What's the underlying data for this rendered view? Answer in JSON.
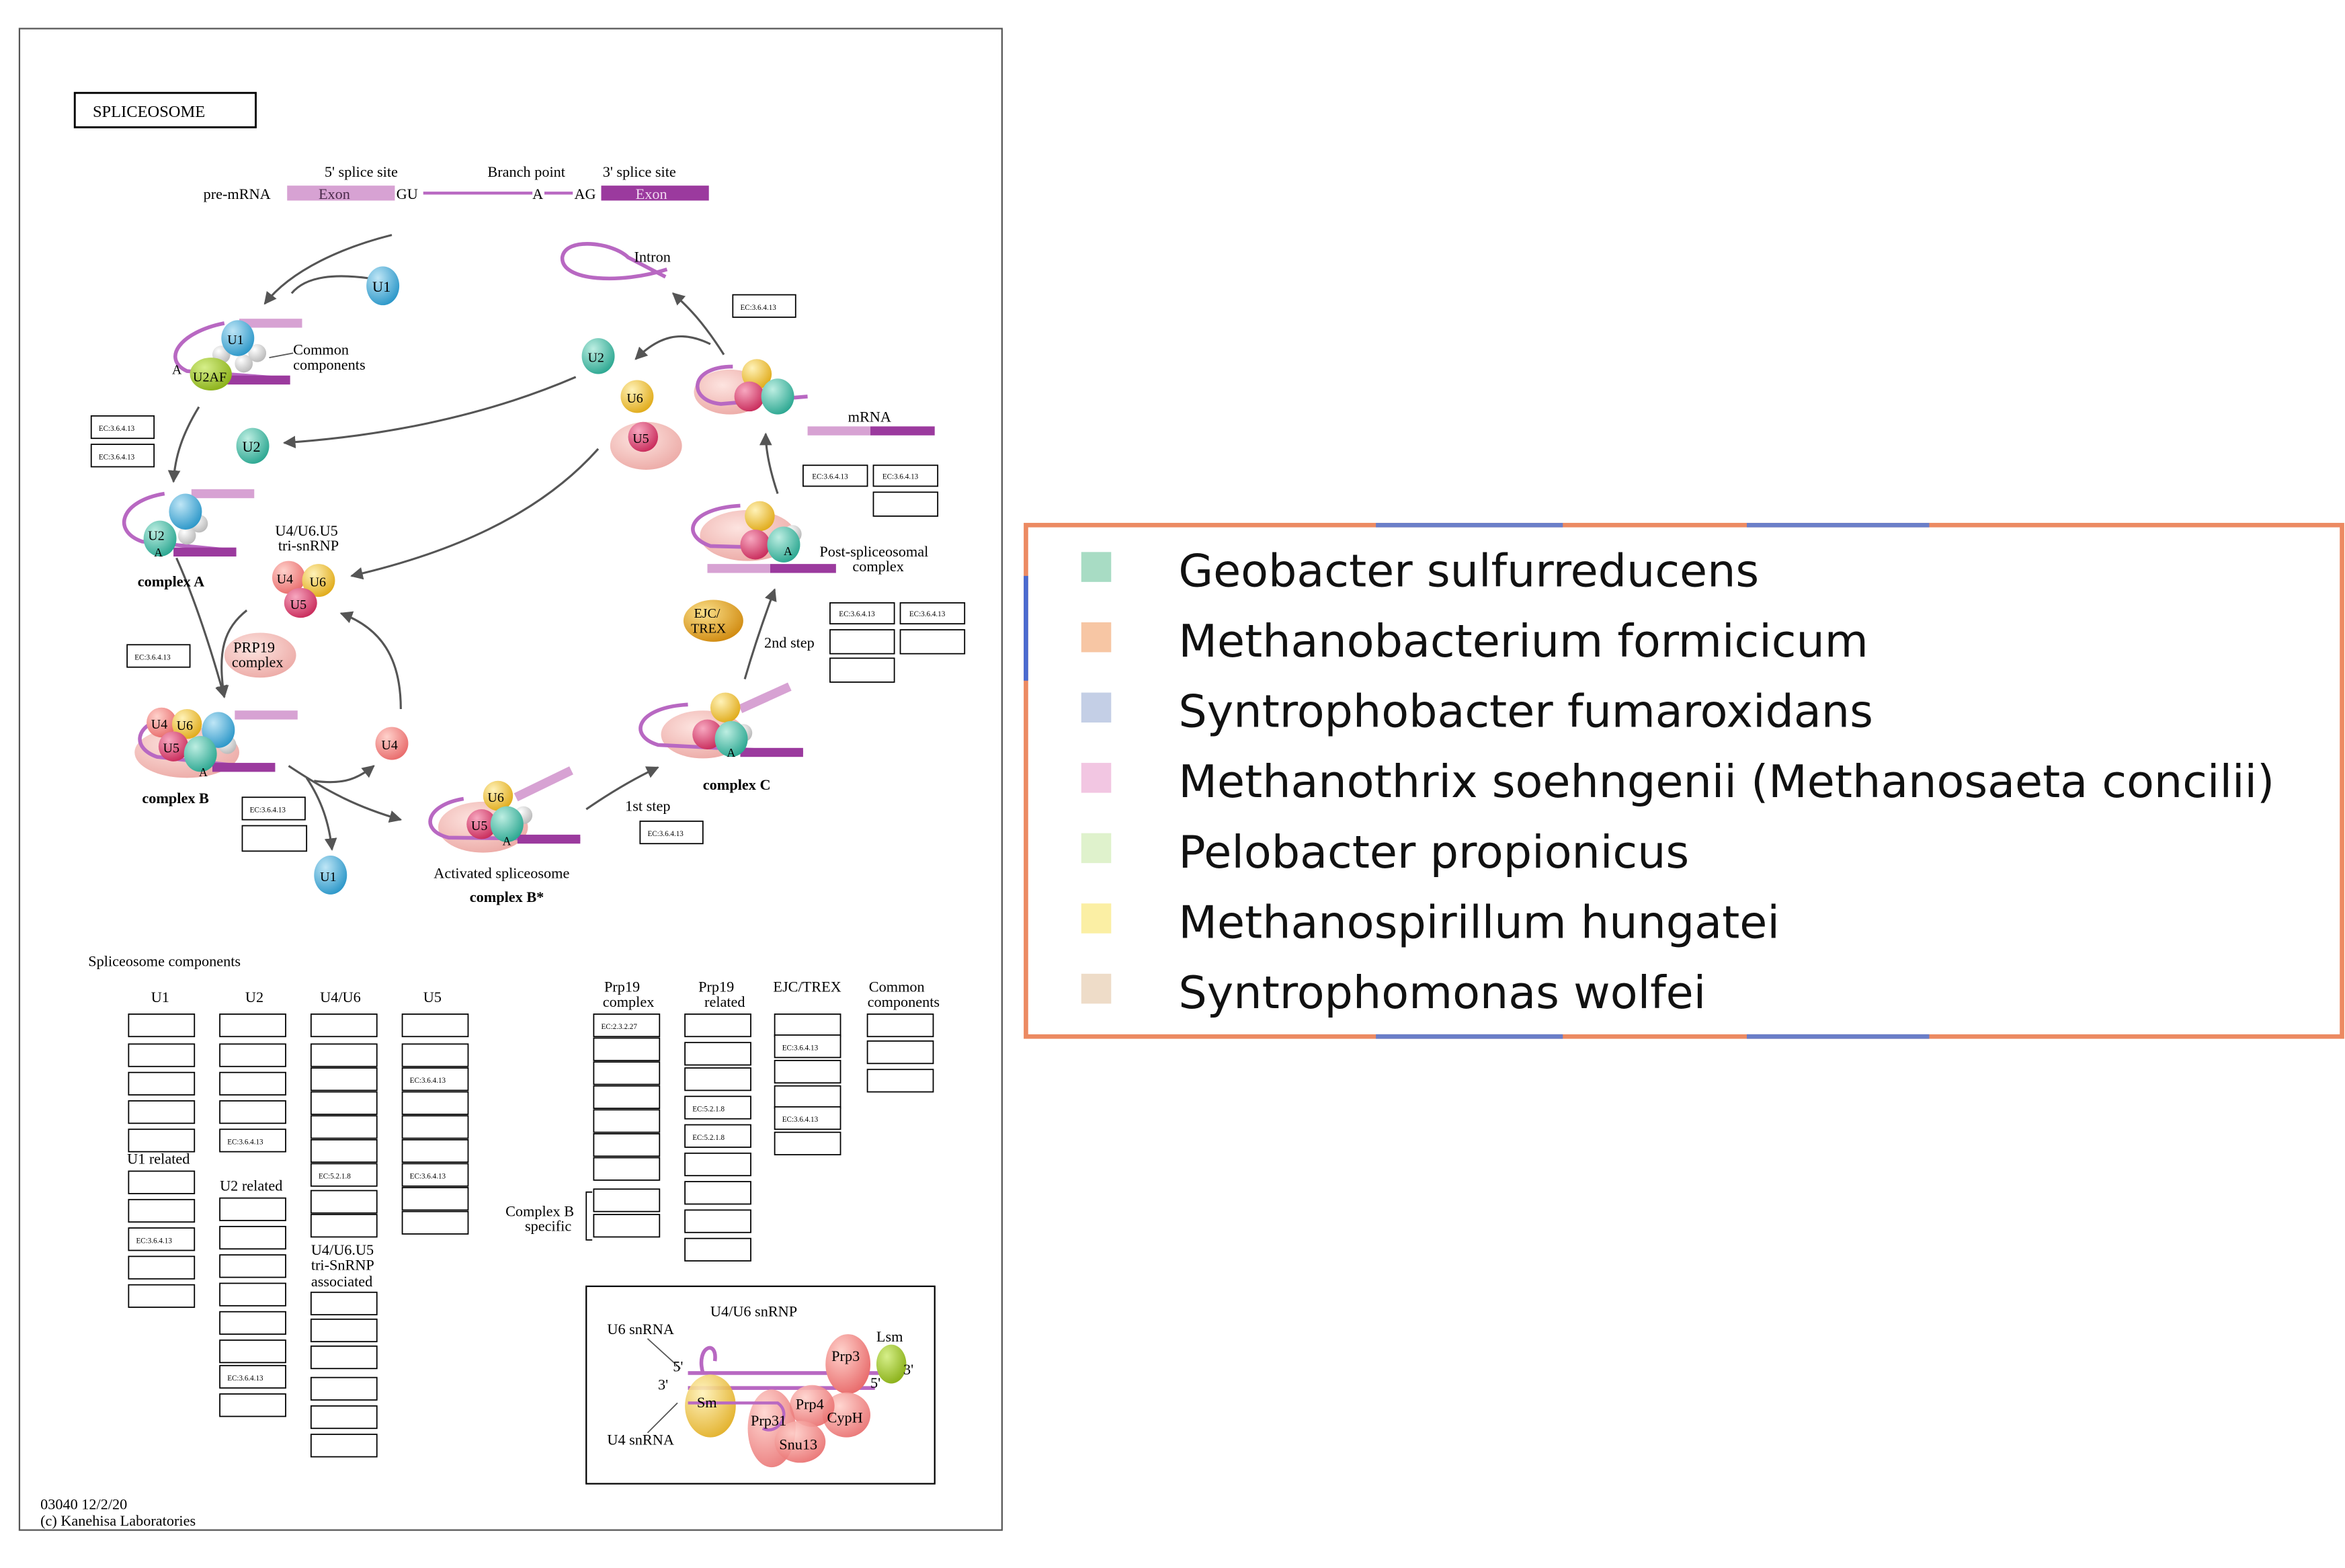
{
  "map": {
    "title": "SPLICEOSOME",
    "map_id": "03040 12/2/20",
    "copyright": "(c) Kanehisa Laboratories",
    "premrna": {
      "label": "pre-mRNA",
      "site5": "5' splice site",
      "branch": "Branch point",
      "site3": "3' splice site",
      "exon1": "Exon",
      "gu": "GU",
      "a": "A",
      "ag": "AG",
      "exon2": "Exon"
    },
    "labels": {
      "common_components": "Common components",
      "u2af": "U2AF",
      "complex_a": "complex A",
      "tri_snrnp": "U4/U6.U5 tri-snRNP",
      "prp19_complex": "PRP19 complex",
      "complex_b": "complex B",
      "activated": "Activated spliceosome",
      "complex_bstar": "complex B*",
      "first_step": "1st step",
      "complex_c": "complex C",
      "second_step": "2nd step",
      "ejc_trex": "EJC/ TREX",
      "post_spliceosomal": "Post-spliceosomal complex",
      "mrna": "mRNA",
      "intron": "Intron",
      "a_small": "A"
    },
    "snrna": {
      "u1": "U1",
      "u2": "U2",
      "u4": "U4",
      "u5": "U5",
      "u6": "U6"
    },
    "components": {
      "title": "Spliceosome components",
      "u1": "U1",
      "u2": "U2",
      "u4u6": "U4/U6",
      "u5": "U5",
      "prp19": "Prp19 complex",
      "prp19_related": "Prp19 related",
      "ejc_trex": "EJC/TREX",
      "common": "Common components",
      "u1_related": "U1 related",
      "u2_related": "U2 related",
      "u4u6u5_assoc": "U4/U6.U5 tri-SnRNP associated",
      "complex_b_specific": "Complex B specific"
    },
    "ec": {
      "e3_6_4_13": "EC:3.6.4.13",
      "e5_2_1_8": "EC:5.2.1.8",
      "e2_3_2_27": "EC:2.3.2.27"
    },
    "u4u6_snrnp": {
      "title": "U4/U6 snRNP",
      "u6_snrna": "U6 snRNA",
      "u4_snrna": "U4 snRNA",
      "lsm": "Lsm",
      "sm": "Sm",
      "prp3": "Prp3",
      "prp4": "Prp4",
      "prp31": "Prp31",
      "cyph": "CypH",
      "snu13": "Snu13",
      "five_prime": "5'",
      "three_prime": "3'"
    }
  },
  "legend": {
    "items": [
      {
        "label": "Geobacter sulfurreducens",
        "color": "#a8dcc4"
      },
      {
        "label": "Methanobacterium formicicum",
        "color": "#f7c6a4"
      },
      {
        "label": "Syntrophobacter fumaroxidans",
        "color": "#c4cfe6"
      },
      {
        "label": "Methanothrix soehngenii (Methanosaeta concilii)",
        "color": "#f2c6e2"
      },
      {
        "label": "Pelobacter propionicus",
        "color": "#dff2cc"
      },
      {
        "label": "Methanospirillum hungatei",
        "color": "#fbefa4"
      },
      {
        "label": "Syntrophomonas wolfei",
        "color": "#eedcc8"
      }
    ]
  },
  "colors": {
    "u1": "#3aa6d6",
    "u2": "#3ab8a0",
    "u4": "#f07a7a",
    "u5": "#d83a6a",
    "u6": "#f2c62a",
    "exon_light": "#d7a2d3",
    "exon_dark": "#9b3a9e",
    "intron": "#b868c2",
    "pink_base": "#f4c4c0",
    "u2af": "#7aa830",
    "ejc": "#e0a020",
    "legend_border": "#ec8a62"
  }
}
